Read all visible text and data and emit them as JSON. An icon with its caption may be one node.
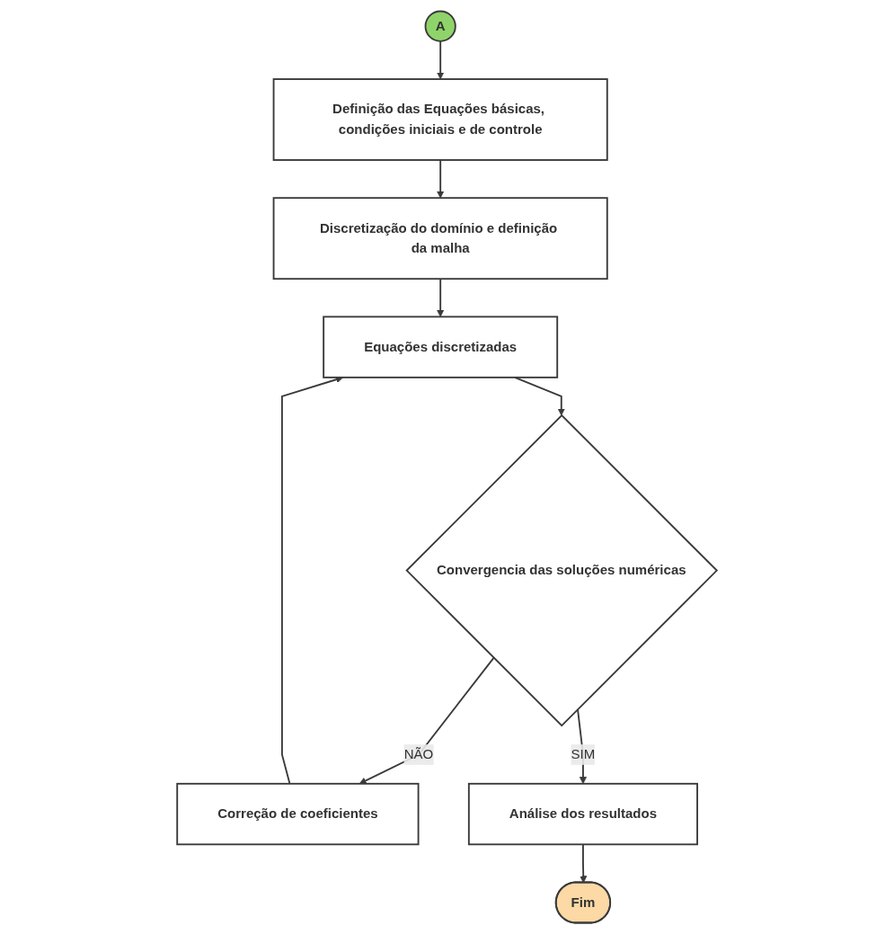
{
  "diagram": {
    "nodes": [
      {
        "text": [
          "A"
        ]
      },
      {
        "text": [
          "Definição das Equações básicas, condições iniciais e de controle"
        ]
      },
      {
        "text": [
          "Discretização do domínio e definição da malha"
        ]
      },
      {
        "text": [
          "Equações discretizadas"
        ]
      },
      {
        "text": [
          "Convergencia das soluções numéricas"
        ]
      },
      {
        "text": [
          "Correção de coeficientes"
        ]
      },
      {
        "text": [
          "Análise dos resultados"
        ]
      },
      {
        "text": [
          "Fim"
        ]
      }
    ],
    "edges": [
      {
        "from": 0,
        "to": 1,
        "arrow": "to"
      },
      {
        "from": 1,
        "to": 2,
        "arrow": "to"
      },
      {
        "from": 2,
        "to": 3,
        "arrow": "to"
      },
      {
        "from": 3,
        "to": 4,
        "arrow": "to"
      },
      {
        "from": 4,
        "to": 5,
        "arrow": "to",
        "label": "NÃO"
      },
      {
        "from": 5,
        "to": 3,
        "arrow": "to"
      },
      {
        "from": 4,
        "to": 6,
        "arrow": "to",
        "label": "SIM"
      },
      {
        "from": 6,
        "to": 7,
        "arrow": "to"
      }
    ]
  }
}
